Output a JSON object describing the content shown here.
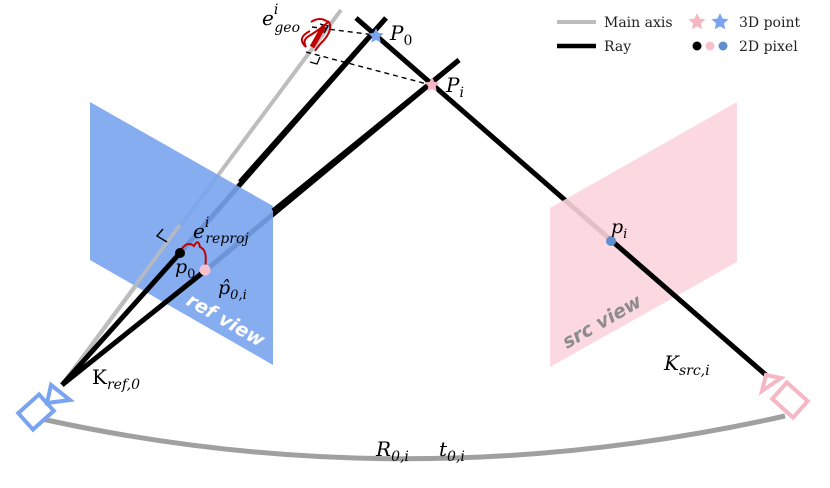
{
  "legend": {
    "main_axis": "Main axis",
    "ray": "Ray",
    "point_3d": "3D point",
    "pixel_2d": "2D pixel"
  },
  "labels": {
    "e_geo_base": "e",
    "e_geo_sup": "i",
    "e_geo_sub": "geo",
    "P0_base": "P",
    "P0_sub": "0",
    "Pi_base": "P",
    "Pi_sub": "i",
    "e_reproj_base": "e",
    "e_reproj_sup": "i",
    "e_reproj_sub": "reproj",
    "p0_base": "p",
    "p0_sub": "0",
    "phat_base": "p̂",
    "phat_sub": "0,i",
    "pi_base": "p",
    "pi_sub": "i",
    "ref_view": "ref view",
    "src_view": "src view",
    "K_ref_base": "K",
    "K_ref_sub": "ref,0",
    "K_src_base": "K",
    "K_src_sub": "src,i",
    "R_base": "R",
    "R_sub": "0,i",
    "t_base": "t",
    "t_sub": "0,i"
  },
  "colors": {
    "ref_plane": "#7aa4f0",
    "src_plane": "#fcd5de",
    "main_axis": "#bbbbbb",
    "ray": "#000000",
    "baseline": "#a0a0a0",
    "point_blue": "#7aa4f0",
    "point_pink": "#f6b7c4",
    "pixel_blue": "#5d8fd0",
    "pixel_pink": "#f7c2cd",
    "pixel_black": "#000000",
    "error_brace": "#c00000"
  }
}
